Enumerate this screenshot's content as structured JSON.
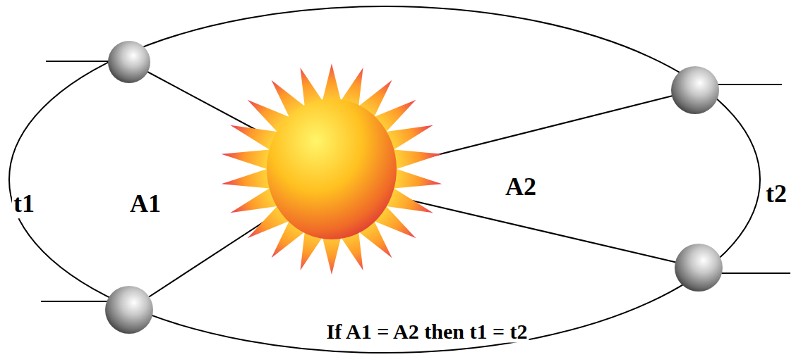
{
  "diagram": {
    "labels": [
      "t1",
      "A1",
      "A2",
      "t2",
      "If A1 = A2 then t1 = t2"
    ]
  }
}
